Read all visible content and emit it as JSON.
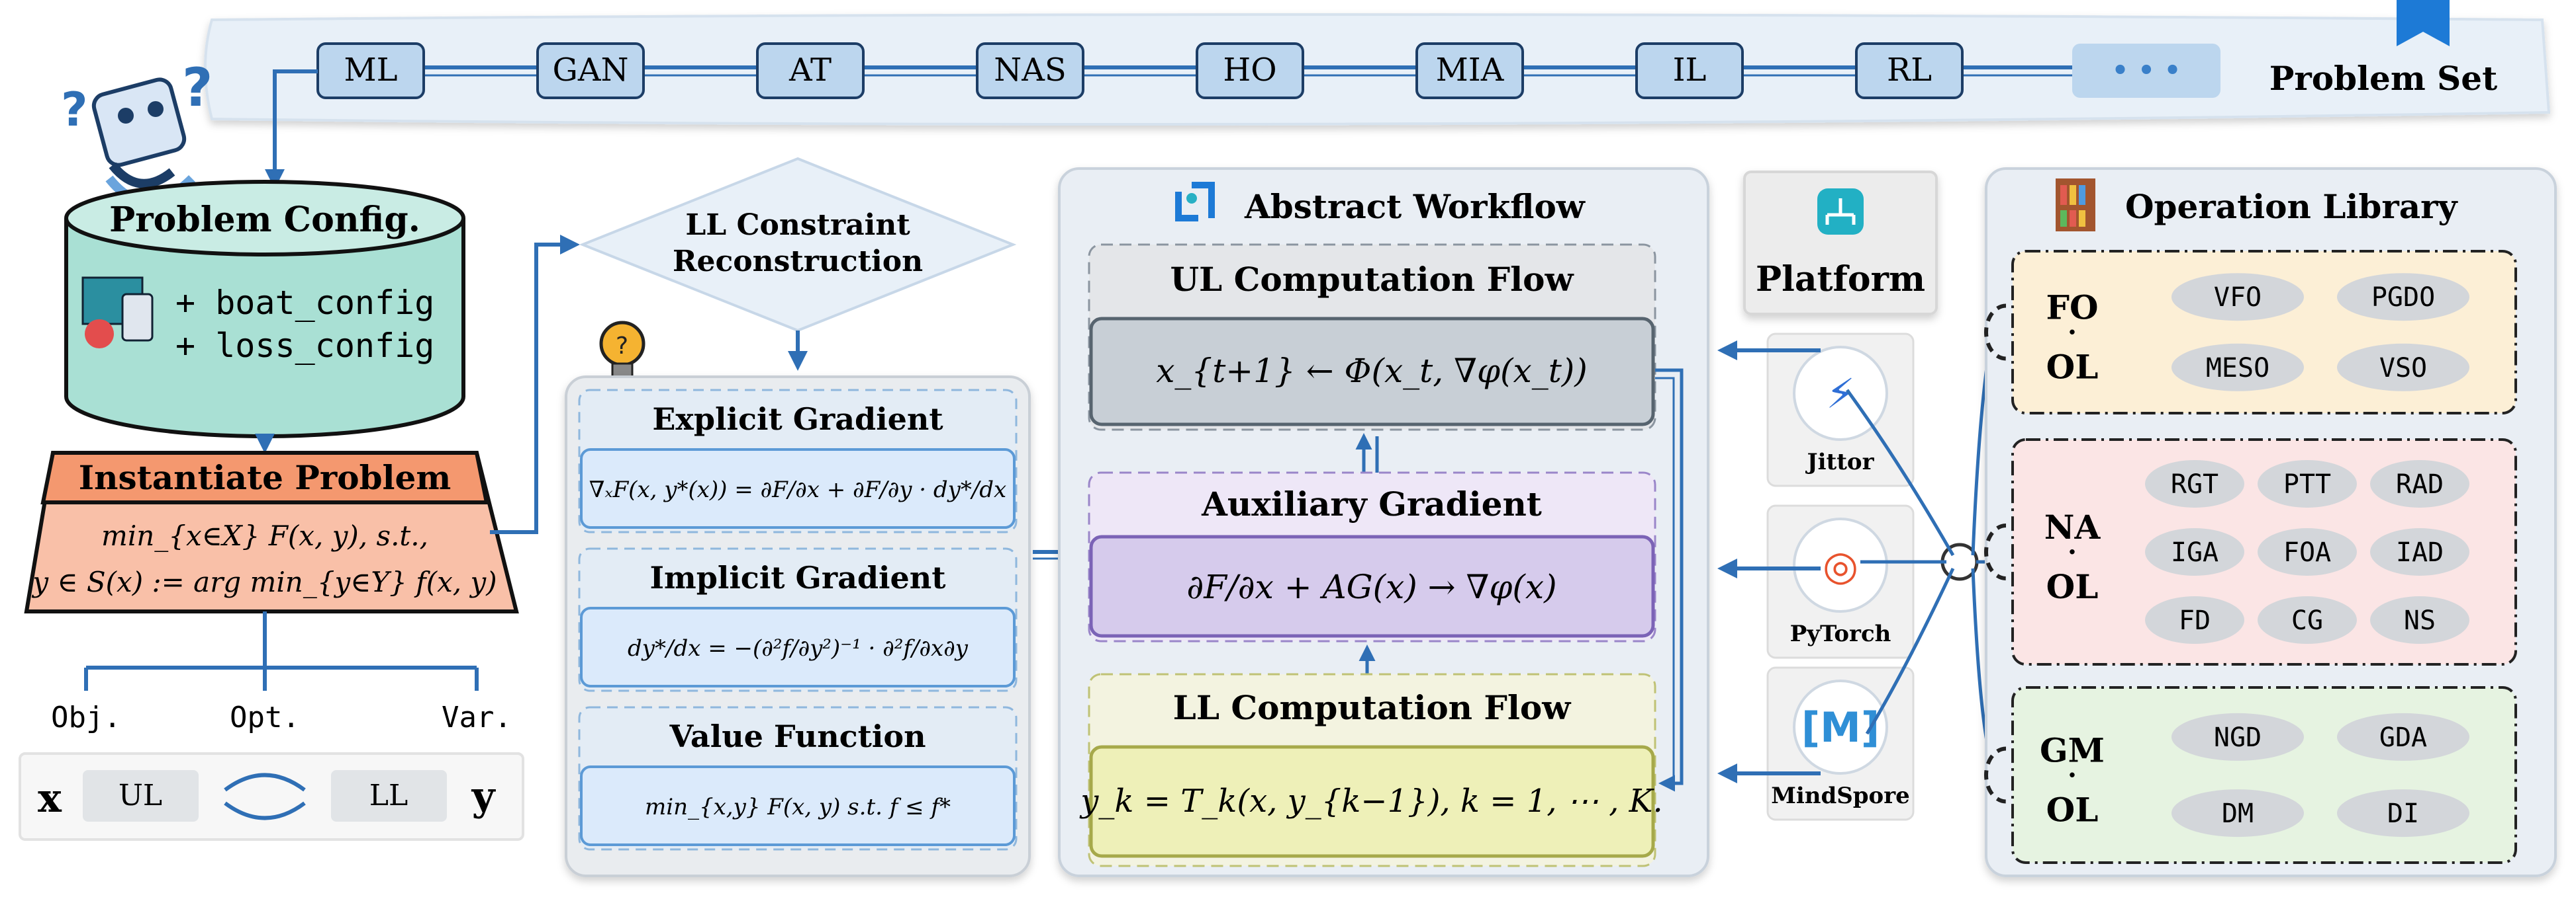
{
  "problem_set": {
    "title": "Problem Set",
    "items": [
      "ML",
      "GAN",
      "AT",
      "NAS",
      "HO",
      "MIA",
      "IL",
      "RL"
    ],
    "more": "• • •"
  },
  "config": {
    "title": "Problem Config.",
    "line1": "+ boat_config",
    "line2": "+ loss_config"
  },
  "instantiate": {
    "title": "Instantiate Problem",
    "line1": "min_{x∈X} F(x, y), s.t.,",
    "line2": "y ∈ S(x) := arg min_{y∈Y} f(x, y)"
  },
  "branches": {
    "obj": "Obj.",
    "opt": "Opt.",
    "var": "Var."
  },
  "variables": {
    "x": "x",
    "ul": "UL",
    "ll": "LL",
    "y": "y"
  },
  "constraint": {
    "line1": "LL Constraint",
    "line2": "Reconstruction"
  },
  "gradients": [
    {
      "title": "Explicit Gradient",
      "formula": "∇ₓF(x, y*(x)) = ∂F/∂x + ∂F/∂y · dy*/dx"
    },
    {
      "title": "Implicit Gradient",
      "formula": "dy*/dx = −(∂²f/∂y²)⁻¹ · ∂²f/∂x∂y"
    },
    {
      "title": "Value Function",
      "formula": "min_{x,y} F(x, y) s.t. f ≤ f*"
    }
  ],
  "workflow": {
    "title": "Abstract Workflow",
    "ul_title": "UL Computation Flow",
    "ul_formula": "x_{t+1} ← Φ(x_t, ∇φ(x_t))",
    "aux_title": "Auxiliary Gradient",
    "aux_formula": "∂F/∂x + AG(x) → ∇φ(x)",
    "ll_title": "LL Computation Flow",
    "ll_formula": "y_k = T_k(x, y_{k−1}), k = 1, ⋯ , K."
  },
  "platform": {
    "title": "Platform",
    "backends": [
      "Jittor",
      "PyTorch",
      "MindSpore"
    ]
  },
  "library": {
    "title": "Operation Library",
    "groups": [
      {
        "top": "FO",
        "bottom": "OL",
        "ops": [
          "VFO",
          "PGDO",
          "MESO",
          "VSO"
        ]
      },
      {
        "top": "NA",
        "bottom": "OL",
        "ops": [
          "RGT",
          "PTT",
          "RAD",
          "IGA",
          "FOA",
          "IAD",
          "FD",
          "CG",
          "NS"
        ]
      },
      {
        "top": "GM",
        "bottom": "OL",
        "ops": [
          "NGD",
          "GDA",
          "DM",
          "DI"
        ]
      }
    ]
  },
  "colors": {
    "blue_line": "#2f6fb5",
    "config_teal": "#a9e0d4",
    "instantiate_salmon": "#f9c0a8",
    "ul_gray": "#c8cfd6",
    "aux_purple": "#d6cbec",
    "ll_yellow": "#eef0b8",
    "fo_panel": "#fcefd6",
    "na_panel": "#fbe5e5",
    "gm_panel": "#e6f3e1"
  }
}
